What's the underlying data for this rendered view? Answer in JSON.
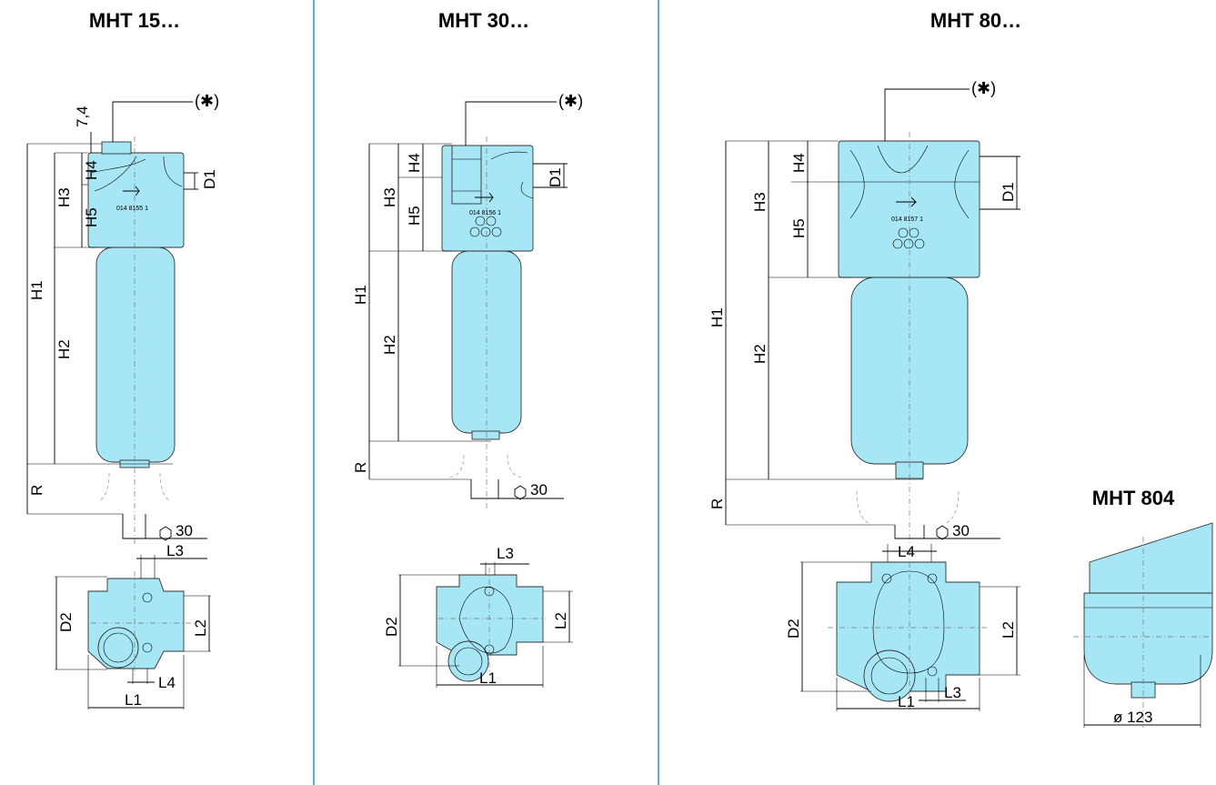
{
  "panels": [
    {
      "id": "mht15",
      "title": "MHT 15…"
    },
    {
      "id": "mht30",
      "title": "MHT 30…"
    },
    {
      "id": "mht80",
      "title": "MHT 80…"
    }
  ],
  "variant": {
    "title": "MHT 804",
    "diameter_label": "ø 123"
  },
  "labels": {
    "note": "(✱)",
    "seven_four": "7,4",
    "h1": "H1",
    "h2": "H2",
    "h3": "H3",
    "h4": "H4",
    "h5": "H5",
    "d1": "D1",
    "d2": "D2",
    "r": "R",
    "l1": "L1",
    "l2": "L2",
    "l3": "L3",
    "l4": "L4",
    "wrench": "30"
  },
  "part_codes": {
    "mht15": "014 8155 1",
    "mht30": "014 8156 1",
    "mht80": "014 8157 1"
  },
  "colors": {
    "body": "#a6e6f5",
    "separator": "#2b8fc9"
  }
}
